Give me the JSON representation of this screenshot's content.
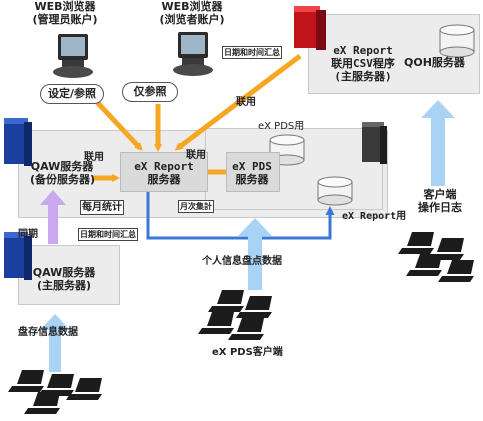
{
  "nodes": {
    "web_admin": {
      "line1": "WEB浏览器",
      "line2": "(管理员账户)",
      "access": "设定/参照"
    },
    "web_viewer": {
      "line1": "WEB浏览器",
      "line2": "(浏览者账户)",
      "access": "仅参照"
    },
    "csv_server": {
      "line1": "eX Report",
      "line2": "联用CSV程序",
      "line3": "(主服务器)"
    },
    "qoh_server": {
      "label": "QOH服务器"
    },
    "qaw_backup": {
      "line1": "QAW服务器",
      "line2": "(备份服务器)"
    },
    "exreport_server": {
      "line1": "eX Report",
      "line2": "服务器"
    },
    "expds_server": {
      "line1": "eX PDS",
      "line2": "服务器"
    },
    "expds_panel_title": "eX PDS用",
    "exreport_db": "eX Report用",
    "qaw_main": {
      "line1": "QAW服务器",
      "line2": "(主服务器)"
    },
    "client_log": {
      "line1": "客户端",
      "line2": "操作日志"
    },
    "pds_clients": "eX PDS客户端",
    "inventory_clients": "盘存信息数据"
  },
  "edges": {
    "link_left": "联用",
    "link_right": "联用",
    "link_top": "联用",
    "monthly_stats": "每月统计",
    "monthly_total": "月次集計",
    "datetime_top": "日期和时间汇总",
    "datetime_bottom": "日期和时间汇总",
    "sync": "同期",
    "personal_data": "个人信息盘点数据"
  },
  "colors": {
    "orange": "#f5a623",
    "blue": "#3a78d8",
    "light_blue": "#a9d3f5",
    "purple": "#c9a8f0",
    "server_blue": "#1a3f9e",
    "server_red": "#c0141b",
    "server_dark": "#3a3a3a"
  }
}
